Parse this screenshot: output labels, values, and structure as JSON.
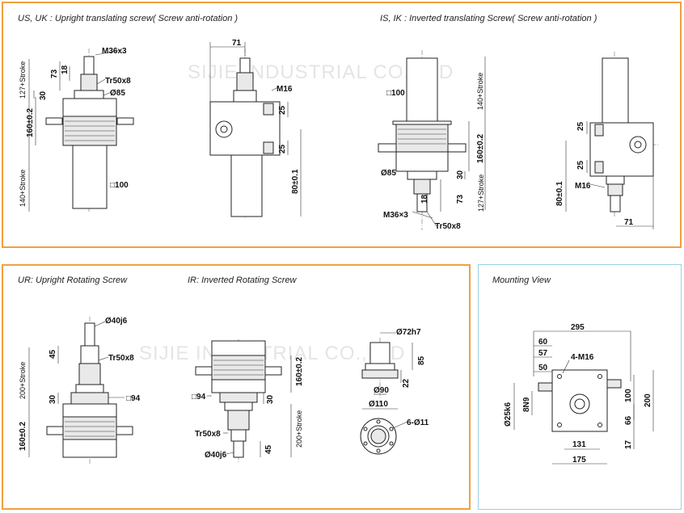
{
  "captions": {
    "us_uk": "US, UK : Upright translating screw( Screw anti-rotation )",
    "is_ik": "IS, IK : Inverted translating Screw( Screw anti-rotation )",
    "ur": "UR: Upright Rotating Screw",
    "ir": "IR: Inverted Rotating Screw",
    "mounting": "Mounting View"
  },
  "watermark": "SIJIE INDUSTRIAL CO.,LTD",
  "dims": {
    "m36x3": "M36x3",
    "m36x3_b": "M36×3",
    "tr50x8": "Tr50x8",
    "d85": "Ø85",
    "sq100": "□100",
    "d73": "73",
    "d18": "18",
    "d30": "30",
    "stroke127": "127+Stroke",
    "h160": "160±0.2",
    "stroke140": "140+Stroke",
    "w71": "71",
    "m16": "M16",
    "d25": "25",
    "h80": "80±0.1",
    "d40j6": "Ø40j6",
    "d45": "45",
    "stroke200": "200+Stroke",
    "sq94": "□94",
    "d72h7": "Ø72h7",
    "d85_plain": "85",
    "d22": "22",
    "d90": "Ø90",
    "d110": "Ø110",
    "holes6": "6-Ø11",
    "w295": "295",
    "w60": "60",
    "w57": "57",
    "w50": "50",
    "holes4": "4-M16",
    "d25k6": "Ø25k6",
    "n9": "8N9",
    "h100": "100",
    "h200": "200",
    "h66": "66",
    "h17": "17",
    "w131": "131",
    "w175": "175"
  }
}
